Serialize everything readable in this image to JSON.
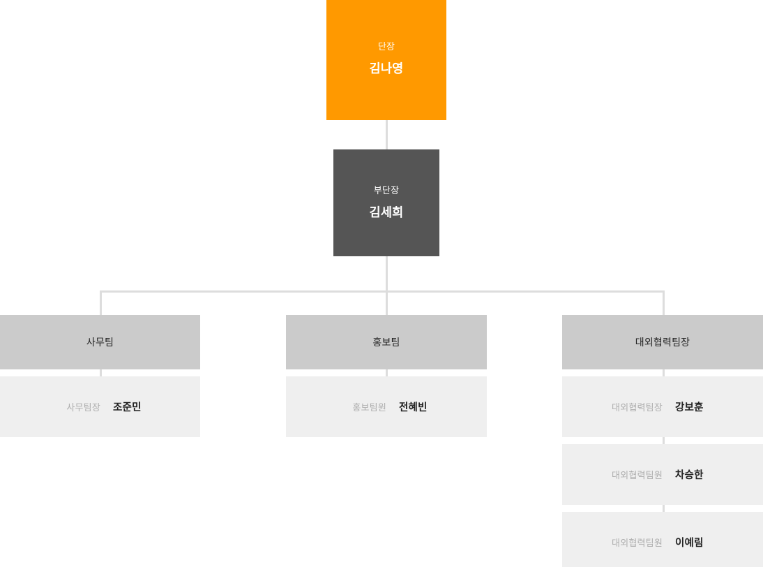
{
  "palette": {
    "director_bg": "#ff9900",
    "deputy_bg": "#555555",
    "team_header_bg": "#cbcbcb",
    "member_row_bg": "#efefef",
    "connector": "#dddddd",
    "role_text": "#adadad",
    "name_text": "#222222",
    "exec_text": "#ffffff",
    "page_bg": "#ffffff"
  },
  "executives": [
    {
      "title": "단장",
      "name": "김나영"
    },
    {
      "title": "부단장",
      "name": "김세희"
    }
  ],
  "teams": [
    {
      "header": "사무팀",
      "members": [
        {
          "role": "사무팀장",
          "name": "조준민"
        }
      ]
    },
    {
      "header": "홍보팀",
      "members": [
        {
          "role": "홍보팀원",
          "name": "전혜빈"
        }
      ]
    },
    {
      "header": "대외협력팀장",
      "members": [
        {
          "role": "대외협력팀장",
          "name": "강보훈"
        },
        {
          "role": "대외협력팀원",
          "name": "차승한"
        },
        {
          "role": "대외협력팀원",
          "name": "이예림"
        }
      ]
    }
  ]
}
